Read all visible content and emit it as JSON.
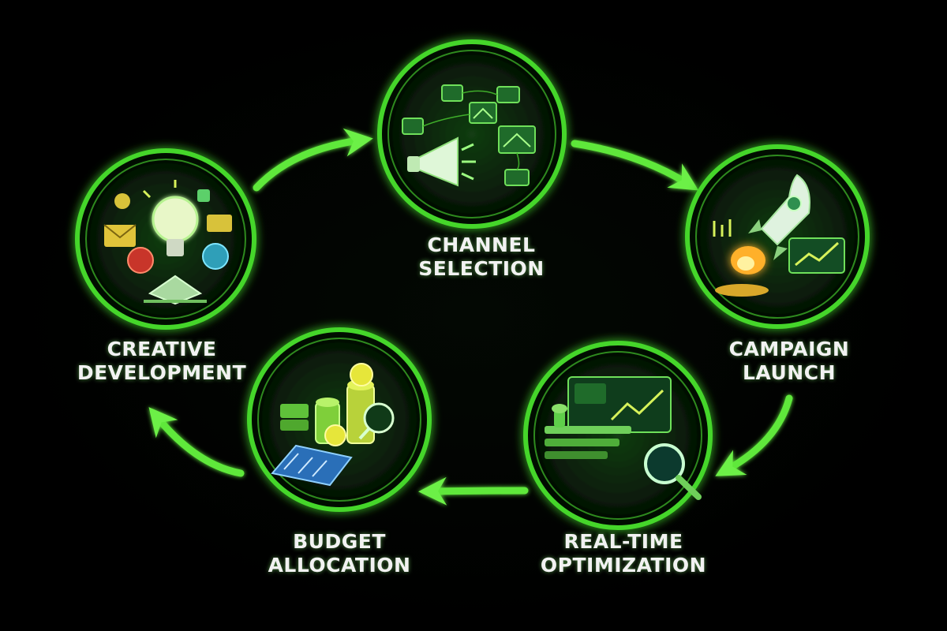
{
  "colors": {
    "background": "#000000",
    "ring": "#44d62c",
    "ring_glow": "#7dff5a",
    "arrow": "#5ee83a",
    "label_text": "#f2f2f2"
  },
  "stages": [
    {
      "id": "channel-selection",
      "line1": "CHANNEL",
      "line2": "SELECTION",
      "icon": "megaphone-icon"
    },
    {
      "id": "campaign-launch",
      "line1": "CAMPAIGN",
      "line2": "LAUNCH",
      "icon": "rocket-icon"
    },
    {
      "id": "real-time-optimization",
      "line1": "REAL-TIME",
      "line2": "OPTIMIZATION",
      "icon": "magnifier-chart-icon"
    },
    {
      "id": "budget-allocation",
      "line1": "BUDGET",
      "line2": "ALLOCATION",
      "icon": "coins-icon"
    },
    {
      "id": "creative-development",
      "line1": "CREATIVE",
      "line2": "DEVELOPMENT",
      "icon": "lightbulb-icon"
    }
  ]
}
